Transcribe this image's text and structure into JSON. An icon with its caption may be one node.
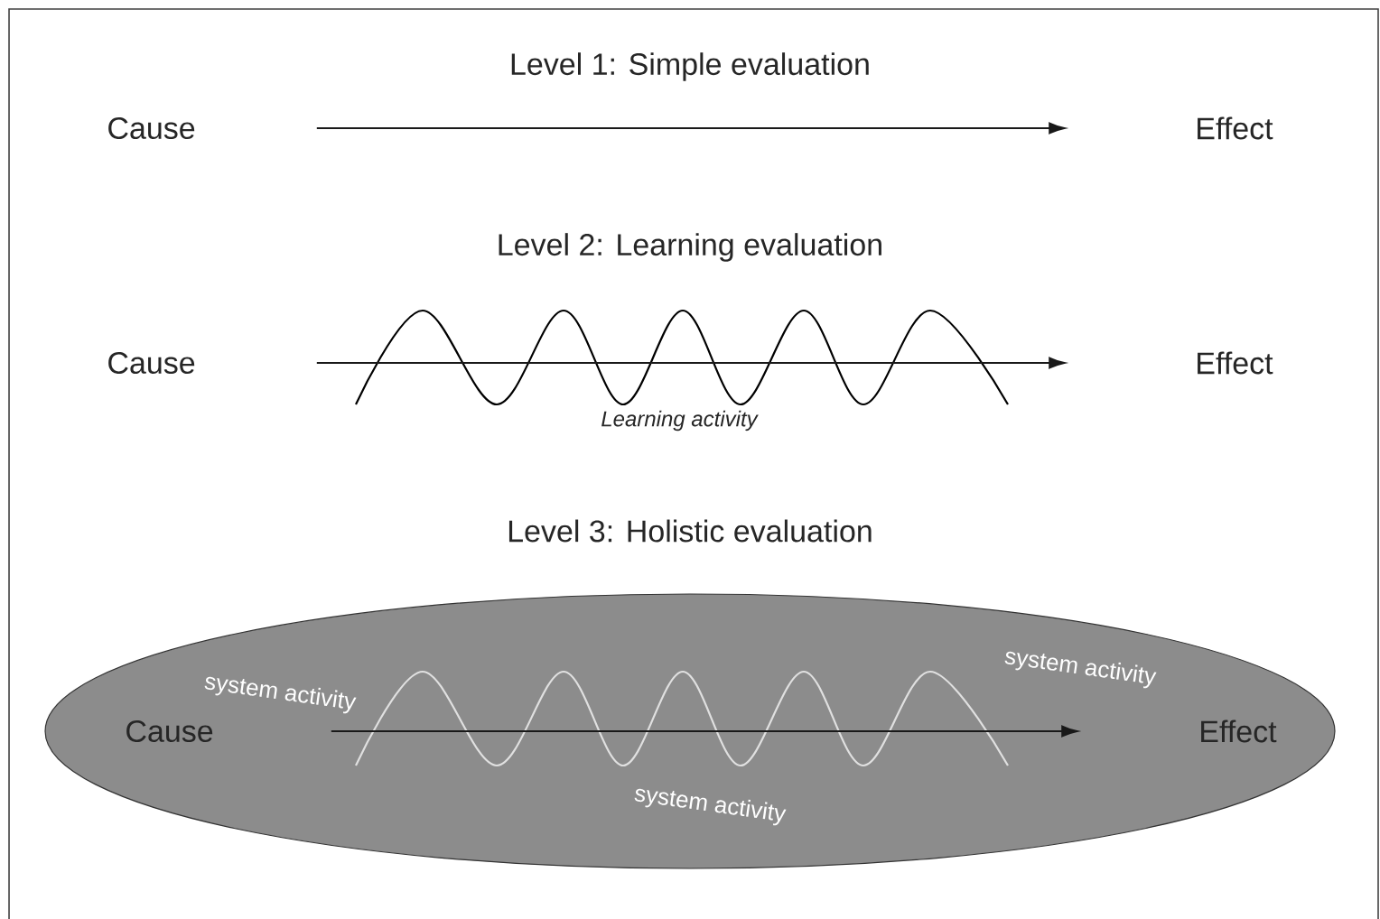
{
  "diagram": {
    "nodes": [
      {
        "text": [
          "Cause"
        ]
      },
      {
        "text": [
          "Effect"
        ]
      },
      {
        "text": [
          "Cause"
        ]
      },
      {
        "text": [
          "Effect"
        ]
      },
      {
        "text": [],
        "shape": "ellipse"
      },
      {
        "text": [
          "Cause"
        ],
        "in": 4
      },
      {
        "text": [
          "Effect"
        ],
        "in": 4
      }
    ],
    "edges": [
      {
        "from": 0,
        "to": 1,
        "arrow": "to"
      },
      {
        "from": 2,
        "to": 3,
        "arrow": "to"
      },
      {
        "from": 5,
        "to": 6,
        "arrow": "to"
      }
    ],
    "labels": [
      "Level 1: Simple evaluation",
      "Level 2: Learning evaluation",
      "Learning activity",
      "Level 3: Holistic evaluation",
      "system activity",
      "system activity",
      "system activity"
    ]
  }
}
